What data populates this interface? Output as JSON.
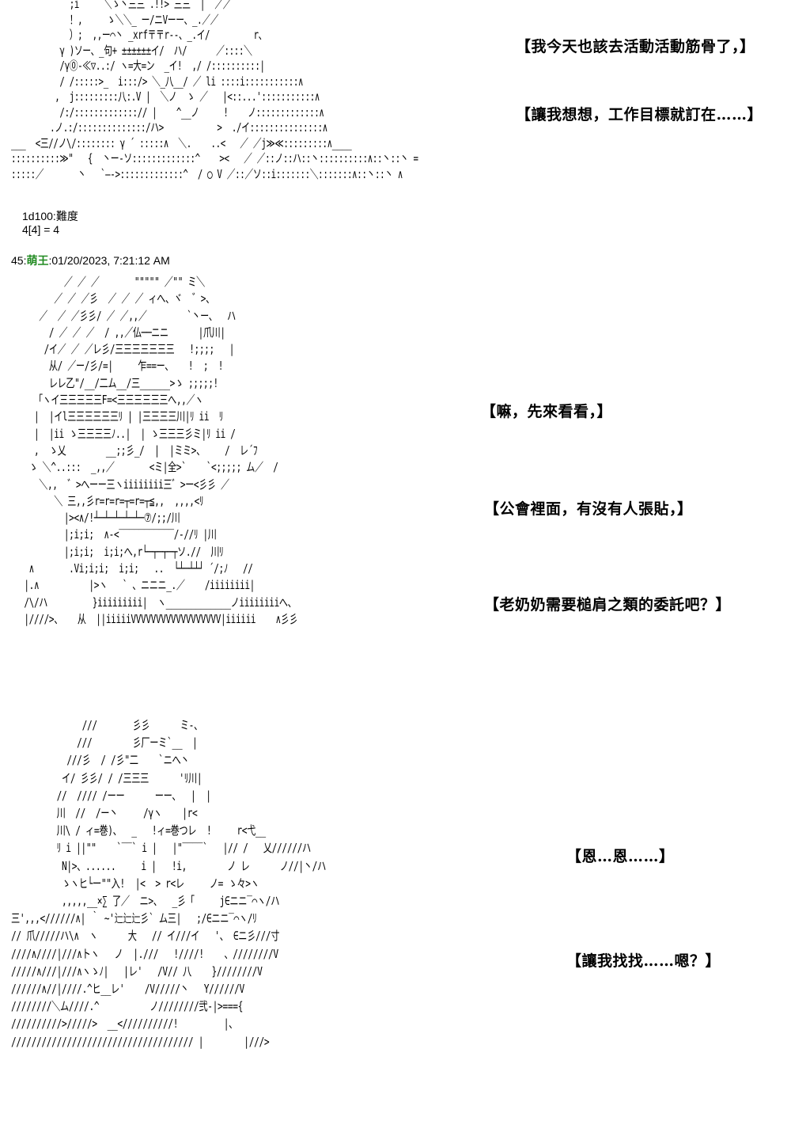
{
  "panels": [
    {
      "art": "            ;i     ＼ゝ丶三三 .!!> 三三  |  ／／\n            ！,     ゝ＼＼_ ー/ニVーー、_.／／\n            ）;  ,,ー⌒丶 _xrf〒〒r--、_.イ/         r、\n          γ )ソー、_句+ ±±±±±±イ/  ハ/      ／::::＼\n          /γ⓪-≪▽..:/ ヽ=大=ン  _イ!  ,/ /::::::::::|\n          / /:::::>_  i:::/> ＼_八__/ ／ li ::::i:::::::::::∧\n         ,  j:::::::::八:.V |  ＼ノ  ゝ ／   |<::...':::::::::::∧\n          /:/:::::::::::::// |    ^__ノ     !    ノ:::::::::::::∧\n        .ノ.:/::::::::::::::/ハ>           >  ./イ:::::::::::::::∧\n___  <三//ノ\\/:::::::: γ ´ :::::∧  ＼.    ..<   ／ ／j≫≪:::::::::∧____\n::::::::::≫\"   {  丶ー-ソ:::::::::::::^    ><   ／ ／::ノ::ハ::丶::::::::::∧::丶::丶 =\n:::::／       丶   `―->:::::::::::::^  / ◯ V ／::／ソ::i:::::::＼:::::::∧::丶::丶 ∧",
      "captions": [
        "【我今天也該去活動活動筋骨了，】",
        "【讓我想想，工作目標就訂在……】"
      ]
    },
    {
      "art": "         ／ ／ ／       \"\"\"\"\" ／\"\" ミ＼\n       ／ ／ ／彡  ／ ／ ／ ィへ、ヾ  ゛>、\n    ／  ／ ／彡彡/ ／ ／,,／        `丶ー、  ハ\n      / ／ ／ ／  / ,,／仏──ニニ      |爪川|\n     /イ／ ／ ／レ彡/三三三三三三三   !;;;;   |\n      从/ ／ー/彡/=|     乍==ー、   !  ;  !\n      レレ乙\"/__/二ム__/三______>ゝ ;;;;;!\n   「ヽイ三三三三三F=<三三三三三三へ,,／ヽ\n   |  |イl三三三三三三ﾘ | |三三三三川|ﾘ ii  ﾘ\n   |  |ii ゝ三三三三ﾉ..|  | ゝ三三三彡ミ|ﾘ ii /\n   ,  ゝ乂        __;;彡_/  |  |ミミ>、    /  レ´ﾌ\n  ゝ ＼^..:::  _,,／       <ミ|全>`    `<;;;;; ム／  /\n    ＼,,  ゛>へーー三ヽiiiiiiii三゛>ー<彡彡 ／\n       ＼ 三,,彡r=r=r=┬=r=┬≦,,  ,,,,<ﾘ\n         |><∧/!┴─┴─┴─┴─┴─⑦/;;/川\n         |;i;i;  ∧-<‾‾‾‾‾‾‾‾‾‾‾/-//ﾘ |川\n         |;i;i;  i;i;へ,r└─┬─┬─┬ソ.//  川ﾘ\n  ∧       .Vi;i;i;  i;i;   ..  └┴─┴┴┘ ´/;ﾉ   //\n |.∧          |>ヽ   ` 、ニニニ_.／    /iiiiiiii|\n /\\/ハ         }iiiiiiiii|  ヽ_____________ノiiiiiiiiへ、\n |////>、   从  ||iiiiiVVVVVVVVVVVVVVVVVV|iiiiii    ∧彡彡",
      "captions": [
        "【嘛，先來看看，】",
        "【公會裡面，有沒有人張貼，】",
        "【老奶奶需要槌肩之類的委託吧？】"
      ]
    },
    {
      "art": "              ///       彡彡      ミ-、\n             ///        彡厂ーミ`__  |\n           ///彡  / /彡\"二    `ニへ丶\n          イ/ 彡彡/ / /三三三      'ﾘ川|\n         //  //// /ーー      ーー、  |  |\n         川  //  /ー丶     /γヽ    |r<\n         川\\ / ィ=巻)、  _   !ィ=巻つレ  !     r<弋__\n         ﾘ i ||\"\"    `‾‾` i |   |\"‾‾‾‾`   |// /   乂//////ハ\n          N|>、......     i |   !i,        ノ レ      ノ//|丶/ハ\n          ゝヽヒ└ー\"\"入!  |<  > r<レ     ノ= ゝ々>ヽ\n          ,,,,,__×∑ 了／  ニ>、  _彡「     j∈ニニ‾⌒ヽ/ハ\n三',,,<//////∧| ｀ ~'辷辷辷彡` ム三|   ;/∈ニニ‾⌒ヽ/ﾘ\n// 爪/////ハ\\∧  ヽ      大   // イ///イ   '、 ∈ニ彡///寸\n////∧////|///∧トヽ   ノ  |.///   !////!    、////////V\n/////∧///|///∧ヽゝﾉ|   |レ'   /V// 八    }////////V\n//////∧//|////.^ヒ__レ'    /V/////丶   Y//////V\n////////＼ム////.^          ノ////////弐-|>==={\n//////////>/////>  __<//////////!         |、\n//////////////////////////////////// |        |///>",
      "captions": [
        "【恩…恩……】",
        "【讓我找找……嗯？】"
      ]
    }
  ],
  "dice_roll": {
    "label": "1d100:難度",
    "result": "4[4] = 4"
  },
  "post_header": {
    "number": "45",
    "name": "萌王",
    "timestamp": "01/20/2023, 7:21:12 AM"
  }
}
